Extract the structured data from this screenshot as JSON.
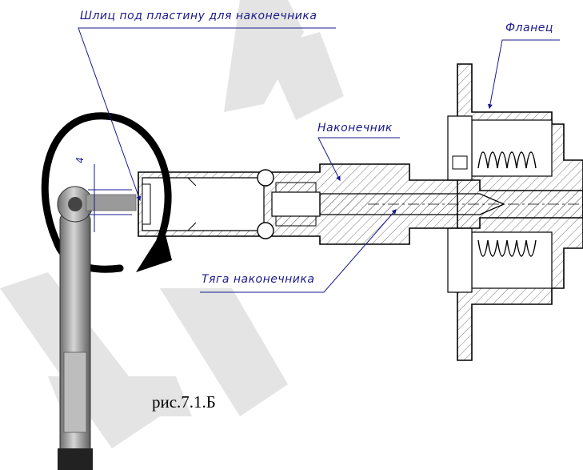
{
  "labels": {
    "slot": "Шлиц под пластину для наконечника",
    "flange": "Фланец",
    "tip": "Наконечник",
    "rod": "Тяга наконечника"
  },
  "dimension": "4",
  "caption": "рис.7.1.Б",
  "colors": {
    "line": "#000000",
    "leader": "#1a1a8c",
    "watermark": "#e2e2e2",
    "wrench": "#9a9a9a"
  }
}
